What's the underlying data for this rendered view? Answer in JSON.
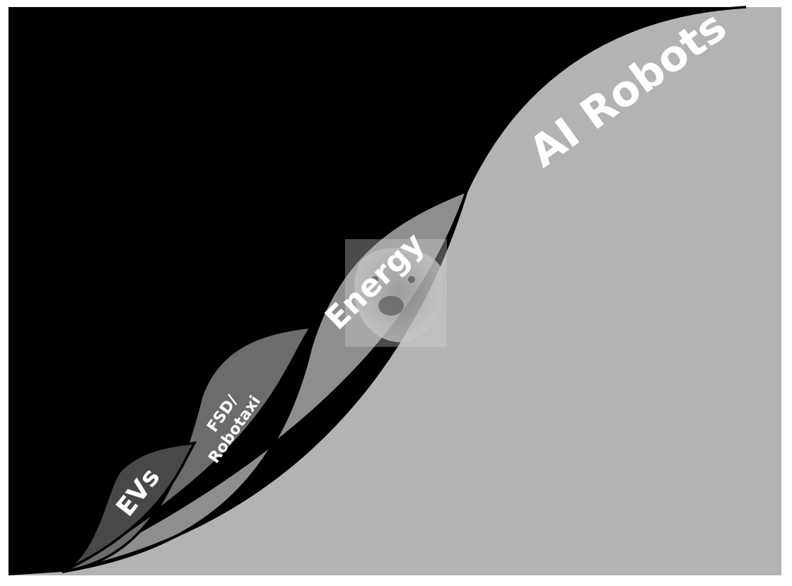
{
  "diagram": {
    "colors": {
      "background": "#000000",
      "frame": "#ffffff",
      "evs_fill": "#484848",
      "fsd_fill": "#6c6c6c",
      "energy_fill": "#8e8e8e",
      "ai_fill": "#b3b3b3",
      "outline": "#000000",
      "label": "#ffffff"
    },
    "stages": [
      {
        "key": "evs",
        "label": "EVs"
      },
      {
        "key": "fsd",
        "label_lines": [
          "FSD/",
          "Robotaxi"
        ]
      },
      {
        "key": "energy",
        "label": "Energy"
      },
      {
        "key": "ai",
        "label": "AI Robots"
      }
    ],
    "watermark": {
      "icon": "dog-face-photo-icon"
    }
  }
}
